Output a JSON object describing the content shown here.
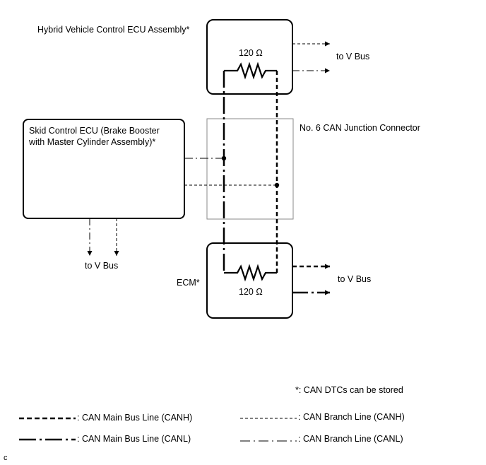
{
  "components": {
    "hybrid_ecu": "Hybrid Vehicle Control ECU Assembly*",
    "skid_ecu_line1": "Skid Control ECU (Brake Booster",
    "skid_ecu_line2": "with Master Cylinder Assembly)*",
    "junction_connector": "No. 6 CAN Junction Connector",
    "ecm": "ECM*"
  },
  "resistors": {
    "top_value": "120 Ω",
    "bottom_value": "120 Ω"
  },
  "bus_labels": {
    "top_right": "to V Bus",
    "bottom_left": "to V Bus",
    "bottom_right": "to V Bus"
  },
  "note": "*: CAN DTCs can be stored",
  "legend": {
    "main_canh": ": CAN Main Bus Line (CANH)",
    "main_canl": ": CAN Main Bus Line (CANL)",
    "branch_canh": ": CAN Branch Line (CANH)",
    "branch_canl": ": CAN Branch Line (CANL)"
  },
  "corner_mark": "c"
}
